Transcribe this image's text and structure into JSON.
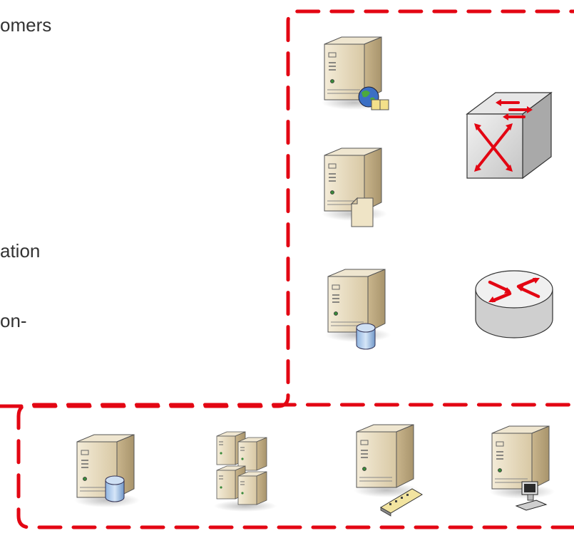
{
  "slide": {
    "text_fragments": [
      {
        "text": "omers"
      },
      {
        "text": "ation"
      },
      {
        "text": "on-"
      }
    ]
  },
  "colors": {
    "boundary_dash": "#e30613",
    "arrow_red": "#e30613",
    "server_body": "#e9dcc0",
    "text": "#333333"
  },
  "groups": {
    "upper_boundary": {
      "icons": [
        "web-server-icon",
        "switch-icon",
        "file-server-icon",
        "database-server-icon",
        "router-icon"
      ]
    },
    "lower_boundary": {
      "icons": [
        "database-server-icon",
        "server-cluster-icon",
        "modem-server-icon",
        "workstation-server-icon"
      ]
    }
  }
}
